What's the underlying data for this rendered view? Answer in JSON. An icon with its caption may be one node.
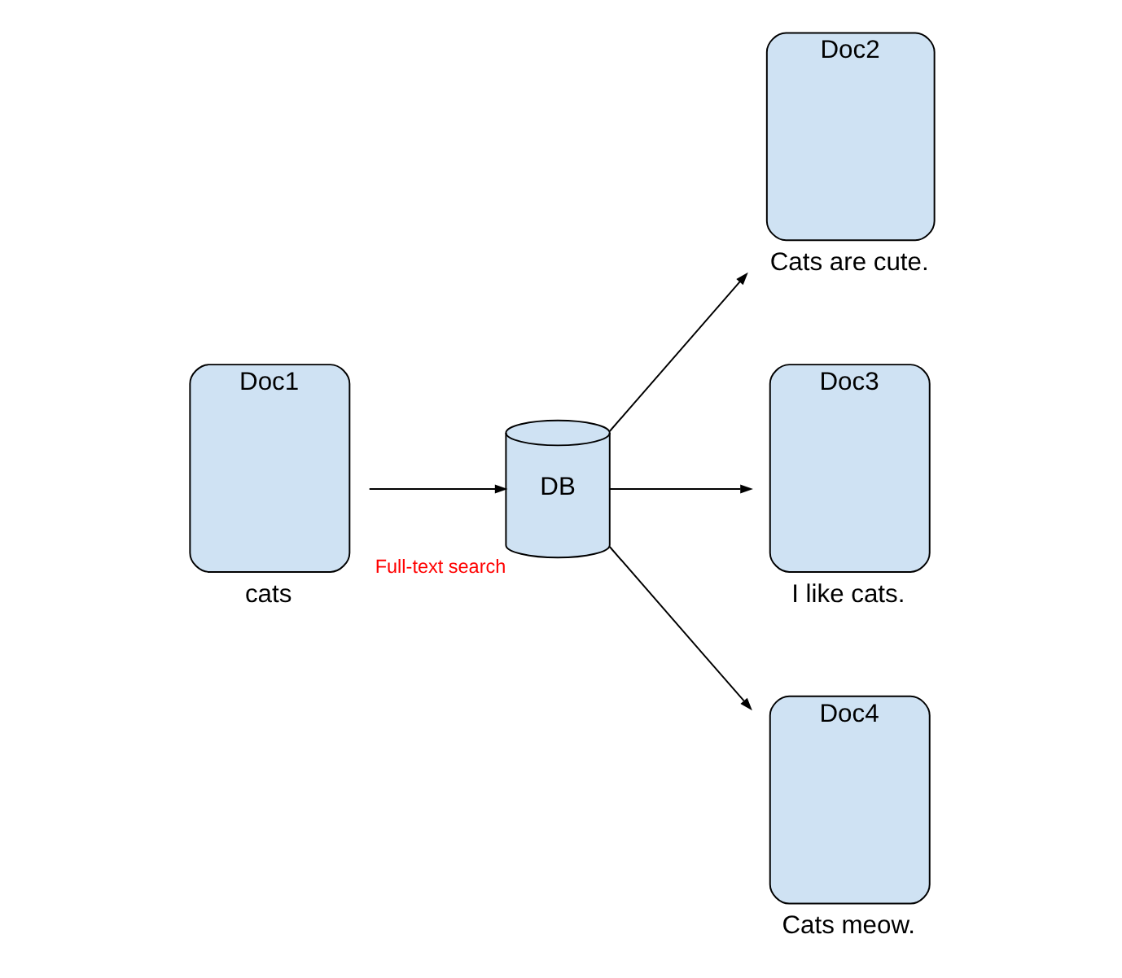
{
  "diagram": {
    "nodes": [
      {
        "text": [
          "Doc1"
        ],
        "beside": [
          "cats"
        ]
      },
      {
        "text": [
          "DB"
        ],
        "beside": [
          "Full-text search"
        ]
      },
      {
        "text": [
          "Doc2"
        ],
        "beside": [
          "Cats are cute."
        ]
      },
      {
        "text": [
          "Doc3"
        ],
        "beside": [
          "I like cats."
        ]
      },
      {
        "text": [
          "Doc4"
        ],
        "beside": [
          "Cats meow."
        ]
      }
    ],
    "edges": [
      {
        "from": 0,
        "to": 1,
        "arrow": "to"
      },
      {
        "from": 1,
        "to": 2,
        "arrow": "to"
      },
      {
        "from": 1,
        "to": 3,
        "arrow": "to"
      },
      {
        "from": 1,
        "to": 4,
        "arrow": "to"
      }
    ]
  }
}
